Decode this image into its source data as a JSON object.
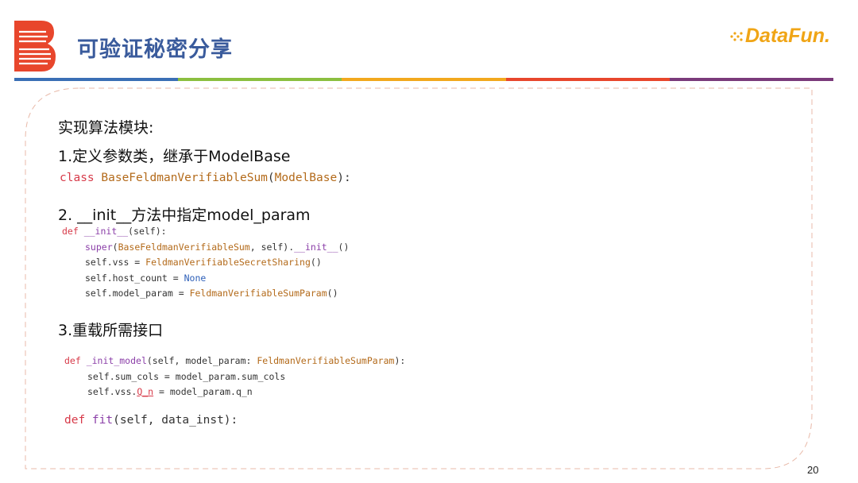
{
  "slide": {
    "title": "可验证秘密分享",
    "brand": "DataFun.",
    "page_number": "20"
  },
  "colors": {
    "title": "#3a5b9c",
    "brand": "#f0a516",
    "logo_red": "#e8462c",
    "header_segments": [
      "#3a6fb5",
      "#8bbf3f",
      "#f2a81d",
      "#e8462c",
      "#7a3a7a"
    ]
  },
  "body": {
    "intro": "实现算法模块:",
    "step1": "1.定义参数类，继承于ModelBase",
    "step2": "2. __init__方法中指定model_param",
    "step3": "3.重载所需接口"
  },
  "code": {
    "class_line": {
      "kw": "class ",
      "name": "BaseFeldmanVerifiableSum",
      "open": "(",
      "base": "ModelBase",
      "close": "):"
    },
    "init_block": {
      "l1_kw": "def ",
      "l1_fn": "__init__",
      "l1_rest": "(self):",
      "l2_super": "super",
      "l2_arg": "BaseFeldmanVerifiableSum",
      "l2_mid": ", self).",
      "l2_init": "__init__",
      "l2_end": "()",
      "l3_lhs": "self.vss = ",
      "l3_rhs": "FeldmanVerifiableSecretSharing",
      "l3_end": "()",
      "l4_lhs": "self.host_count = ",
      "l4_rhs": "None",
      "l5_lhs": "self.model_param = ",
      "l5_rhs": "FeldmanVerifiableSumParam",
      "l5_end": "()"
    },
    "model_block": {
      "l1_kw": "def ",
      "l1_fn": "_init_model",
      "l1_mid": "(self, model_param: ",
      "l1_type": "FeldmanVerifiableSumParam",
      "l1_end": "):",
      "l2": "self.sum_cols = model_param.sum_cols",
      "l3_a": "self.vss.",
      "l3_b": "Q_n",
      "l3_c": " = model_param.q_n"
    },
    "fit_line": {
      "kw": "def ",
      "fn": "fit",
      "rest": "(self, data_inst):"
    }
  }
}
